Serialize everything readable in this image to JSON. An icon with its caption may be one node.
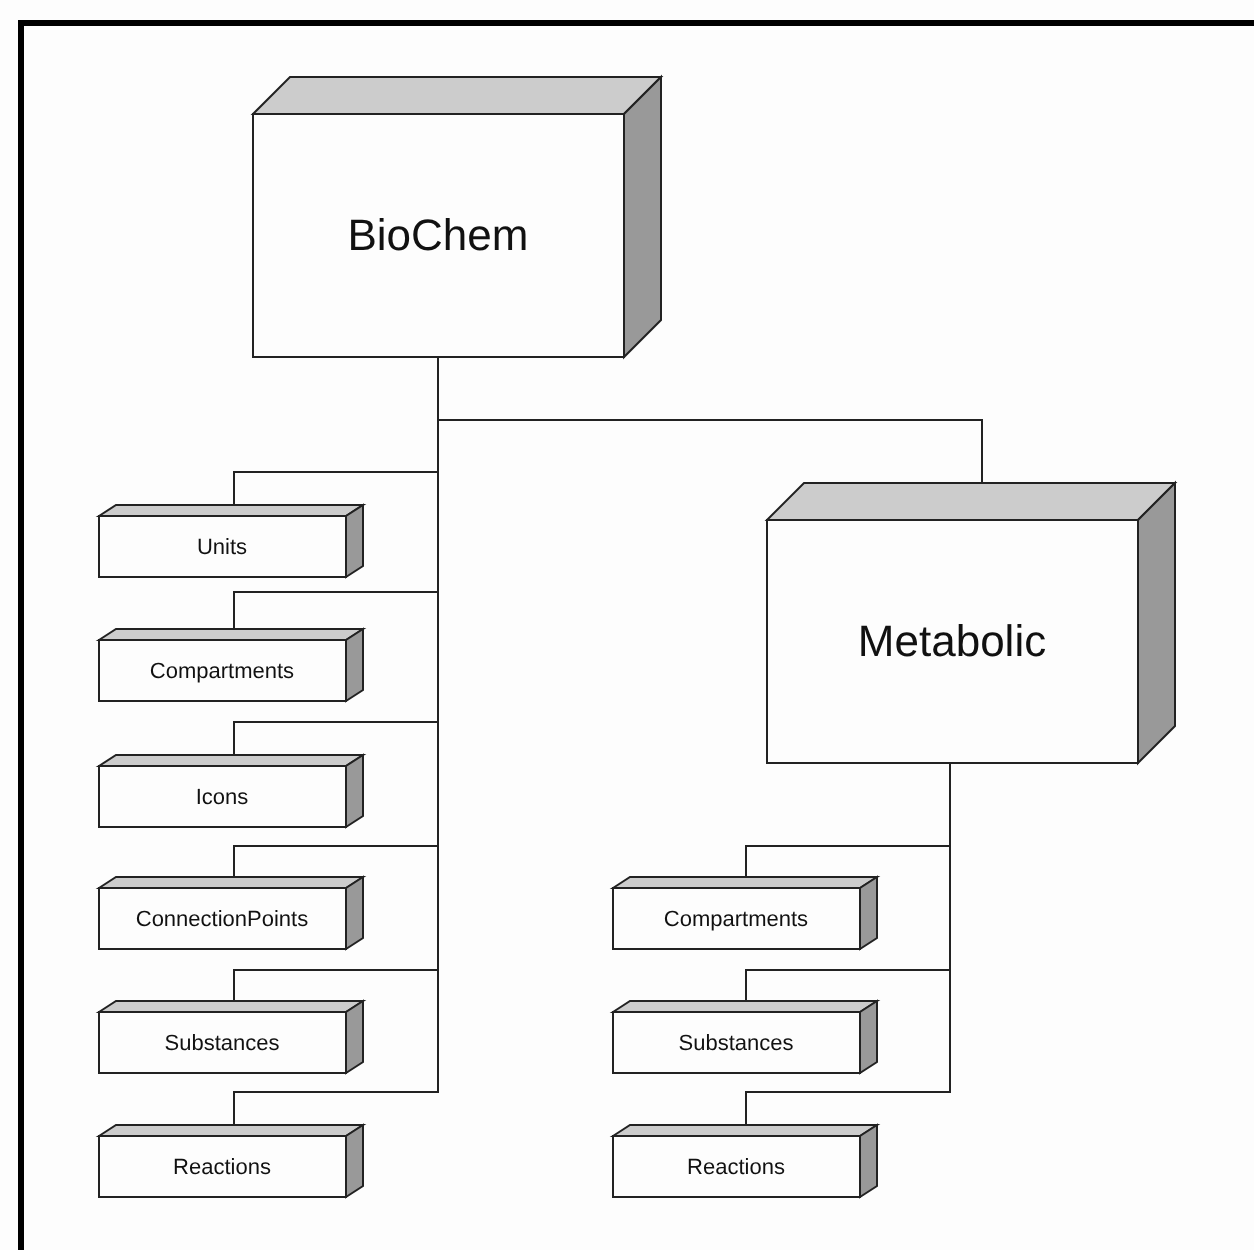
{
  "diagram": {
    "nodes": [
      {
        "text": [
          "BioChem"
        ]
      },
      {
        "text": [
          "Units"
        ]
      },
      {
        "text": [
          "Compartments"
        ]
      },
      {
        "text": [
          "Icons"
        ]
      },
      {
        "text": [
          "ConnectionPoints"
        ]
      },
      {
        "text": [
          "Substances"
        ]
      },
      {
        "text": [
          "Reactions"
        ]
      },
      {
        "text": [
          "Metabolic"
        ]
      },
      {
        "text": [
          "Compartments"
        ]
      },
      {
        "text": [
          "Substances"
        ]
      },
      {
        "text": [
          "Reactions"
        ]
      }
    ],
    "edges": [
      {
        "from": 0,
        "to": 1,
        "arrow": "none"
      },
      {
        "from": 0,
        "to": 2,
        "arrow": "none"
      },
      {
        "from": 0,
        "to": 3,
        "arrow": "none"
      },
      {
        "from": 0,
        "to": 4,
        "arrow": "none"
      },
      {
        "from": 0,
        "to": 5,
        "arrow": "none"
      },
      {
        "from": 0,
        "to": 6,
        "arrow": "none"
      },
      {
        "from": 0,
        "to": 7,
        "arrow": "none"
      },
      {
        "from": 7,
        "to": 8,
        "arrow": "none"
      },
      {
        "from": 7,
        "to": 9,
        "arrow": "none"
      },
      {
        "from": 7,
        "to": 10,
        "arrow": "none"
      }
    ]
  }
}
